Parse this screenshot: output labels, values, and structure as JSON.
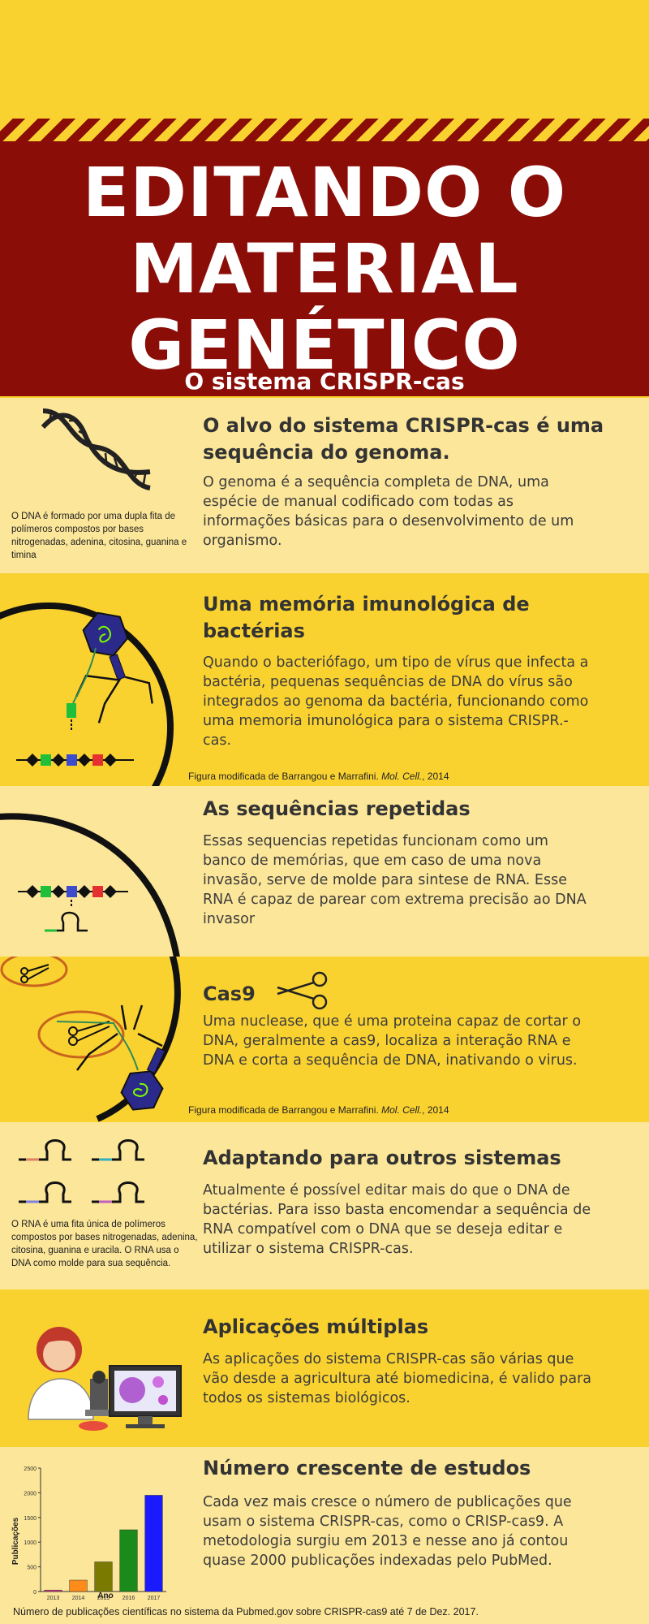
{
  "header": {
    "title_lines": [
      "EDITANDO O",
      "MATERIAL",
      "GENÉTICO"
    ],
    "subtitle": "O sistema CRISPR-cas"
  },
  "colors": {
    "background": "#fad230",
    "light_band": "#fce699",
    "header": "#8a0d08"
  },
  "sections": [
    {
      "title": "O alvo do sistema CRISPR-cas é uma sequência do genoma.",
      "body": "O genoma é a sequência completa de DNA, uma espécie de manual codificado com todas as informações básicas para o desenvolvimento de um organismo.",
      "note": "O DNA é formado por uma dupla fita de polímeros compostos por bases nitrogenadas, adenina, citosina, guanina e timina"
    },
    {
      "title": "Uma memória imunológica de bactérias",
      "body": "Quando o bacteriófago, um tipo de vírus que infecta a bactéria, pequenas sequências de DNA do vírus são integrados ao genoma da bactéria, funcionando como uma memoria imunológica para o sistema CRISPR.-cas.",
      "caption": "Figura modificada de Barrangou e Marrafini.",
      "caption_journal": "Mol. Cell.",
      "caption_year": ", 2014"
    },
    {
      "title": "As sequências repetidas",
      "body": "Essas sequencias repetidas funcionam como um banco de memórias, que em caso de uma nova invasão, serve de molde para sintese de RNA. Esse RNA é capaz de parear com extrema precisão ao DNA invasor"
    },
    {
      "title": "Cas9",
      "body": "Uma nuclease, que é uma proteina capaz de cortar o DNA, geralmente a cas9, localiza a interação RNA e DNA e corta a sequência de DNA, inativando o virus.",
      "caption": "Figura modificada de Barrangou e Marrafini.",
      "caption_journal": "Mol. Cell.",
      "caption_year": ", 2014"
    },
    {
      "title": "Adaptando para outros sistemas",
      "body": "Atualmente é possível editar mais do que o DNA de bactérias. Para isso basta encomendar a sequência de RNA compatível com o DNA que se deseja editar e utilizar o sistema CRISPR-cas.",
      "note": "O RNA é uma fita única de polímeros compostos por bases nitrogenadas, adenina, citosina, guanina e uracila. O RNA usa o DNA como molde para sua sequência."
    },
    {
      "title": "Aplicações múltiplas",
      "body": "As aplicações do sistema CRISPR-cas são várias que vão desde a agricultura até biomedicina, é valido para todos os sistemas biológicos."
    },
    {
      "title": "Número crescente de estudos",
      "body": "Cada vez mais cresce o número de publicações que usam o sistema CRISPR-cas, como o CRISP-cas9. A metodologia surgiu em 2013 e nesse ano já contou quase 2000 publicações indexadas pelo PubMed.",
      "footer": "Número de publicações científicas no sistema da Pubmed.gov sobre CRISPR-cas9 até 7 de Dez. 2017."
    }
  ],
  "chart_data": {
    "type": "bar",
    "categories": [
      "2013",
      "2014",
      "2015",
      "2016",
      "2017"
    ],
    "values": [
      30,
      230,
      600,
      1250,
      1950
    ],
    "colors": [
      "#d63384",
      "#ff8c1a",
      "#7a7a00",
      "#1a8a1a",
      "#1a1aff"
    ],
    "ylim": [
      0,
      2500
    ],
    "yticks": [
      "0",
      "500",
      "1000",
      "1500",
      "2000",
      "2500"
    ],
    "xlabel": "Ano",
    "ylabel": "Publicações"
  }
}
